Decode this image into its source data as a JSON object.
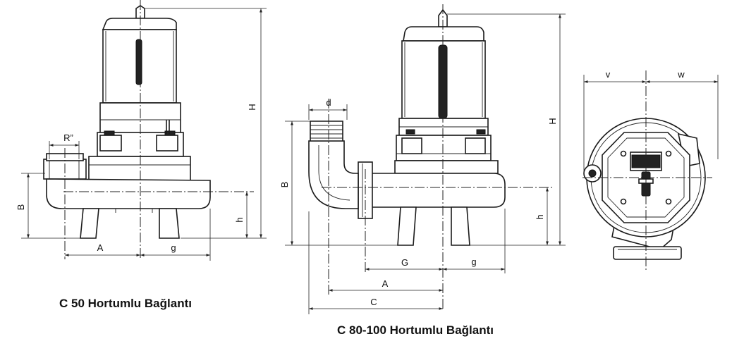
{
  "diagrams": [
    {
      "caption": "C 50 Hortumlu Bağlantı",
      "dimensions": {
        "H": "H",
        "B": "B",
        "h": "h",
        "A": "A",
        "g": "g",
        "R": "R”"
      }
    },
    {
      "caption": "C 80-100 Hortumlu Bağlantı",
      "dimensions": {
        "H": "H",
        "B": "B",
        "h": "h",
        "d": "d",
        "G": "G",
        "g": "g",
        "A": "A",
        "C": "C"
      }
    },
    {
      "dimensions": {
        "v": "v",
        "w": "w"
      }
    }
  ]
}
